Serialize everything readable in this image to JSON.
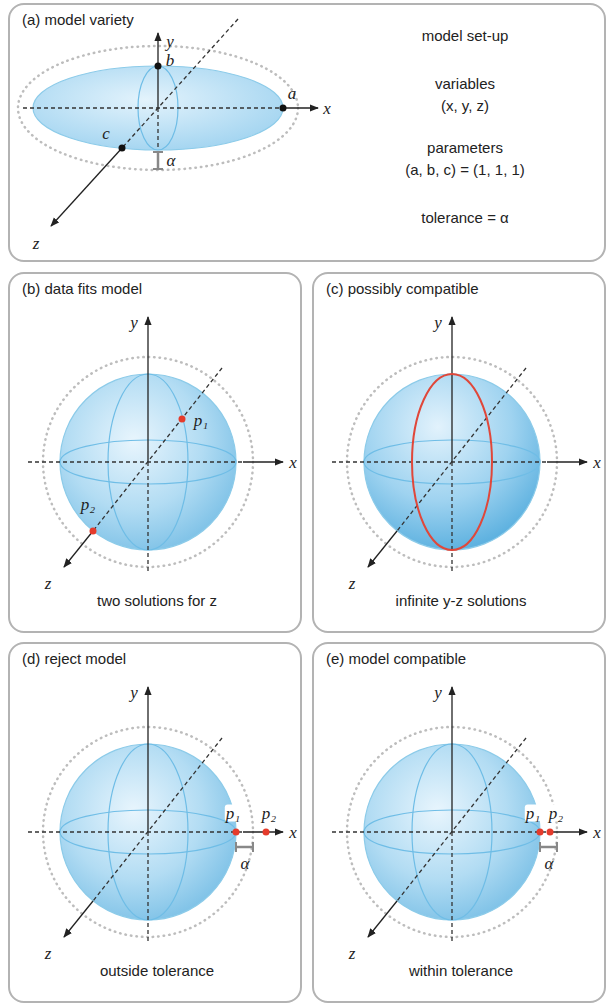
{
  "diagram": {
    "nodes": [
      {
        "text": [
          "(a) model variety",
          "model set-up",
          "variables",
          "(x, y, z)",
          "parameters",
          "(a, b, c) = (1, 1, 1)",
          "tolerance = α"
        ]
      },
      {
        "text": [
          "(b) data fits model",
          "two solutions for z"
        ]
      },
      {
        "text": [
          "(c) possibly compatible",
          "infinite y-z solutions"
        ]
      },
      {
        "text": [
          "(d) reject model",
          "outside tolerance"
        ]
      },
      {
        "text": [
          "(e) model compatible",
          "within tolerance"
        ]
      }
    ],
    "labels": [
      "y",
      "b",
      "a",
      "x",
      "c",
      "z",
      "α",
      "y",
      "p₁",
      "x",
      "p₂",
      "z",
      "y",
      "x",
      "z",
      "y",
      "p₁",
      "p₂",
      "x",
      "z",
      "α",
      "y",
      "p₁",
      "p₂",
      "x",
      "z",
      "α"
    ]
  }
}
